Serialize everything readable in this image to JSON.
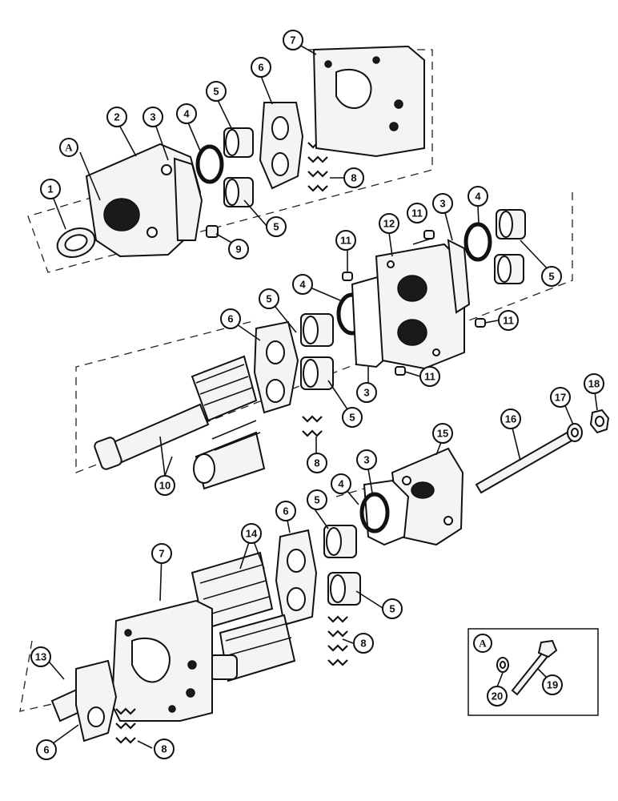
{
  "callouts": {
    "c1": "1",
    "c2": "2",
    "c3": "3",
    "c4": "4",
    "c5": "5",
    "c6": "6",
    "c7": "7",
    "c8": "8",
    "c9": "9",
    "c10": "10",
    "c11": "11",
    "c12": "12",
    "c13": "13",
    "c14": "14",
    "c15": "15",
    "c16": "16",
    "c17": "17",
    "c18": "18",
    "c19": "19",
    "c20": "20"
  },
  "detail_letter": "A",
  "inset": {
    "letter": "A",
    "label_20": "20",
    "label_19": "19"
  }
}
